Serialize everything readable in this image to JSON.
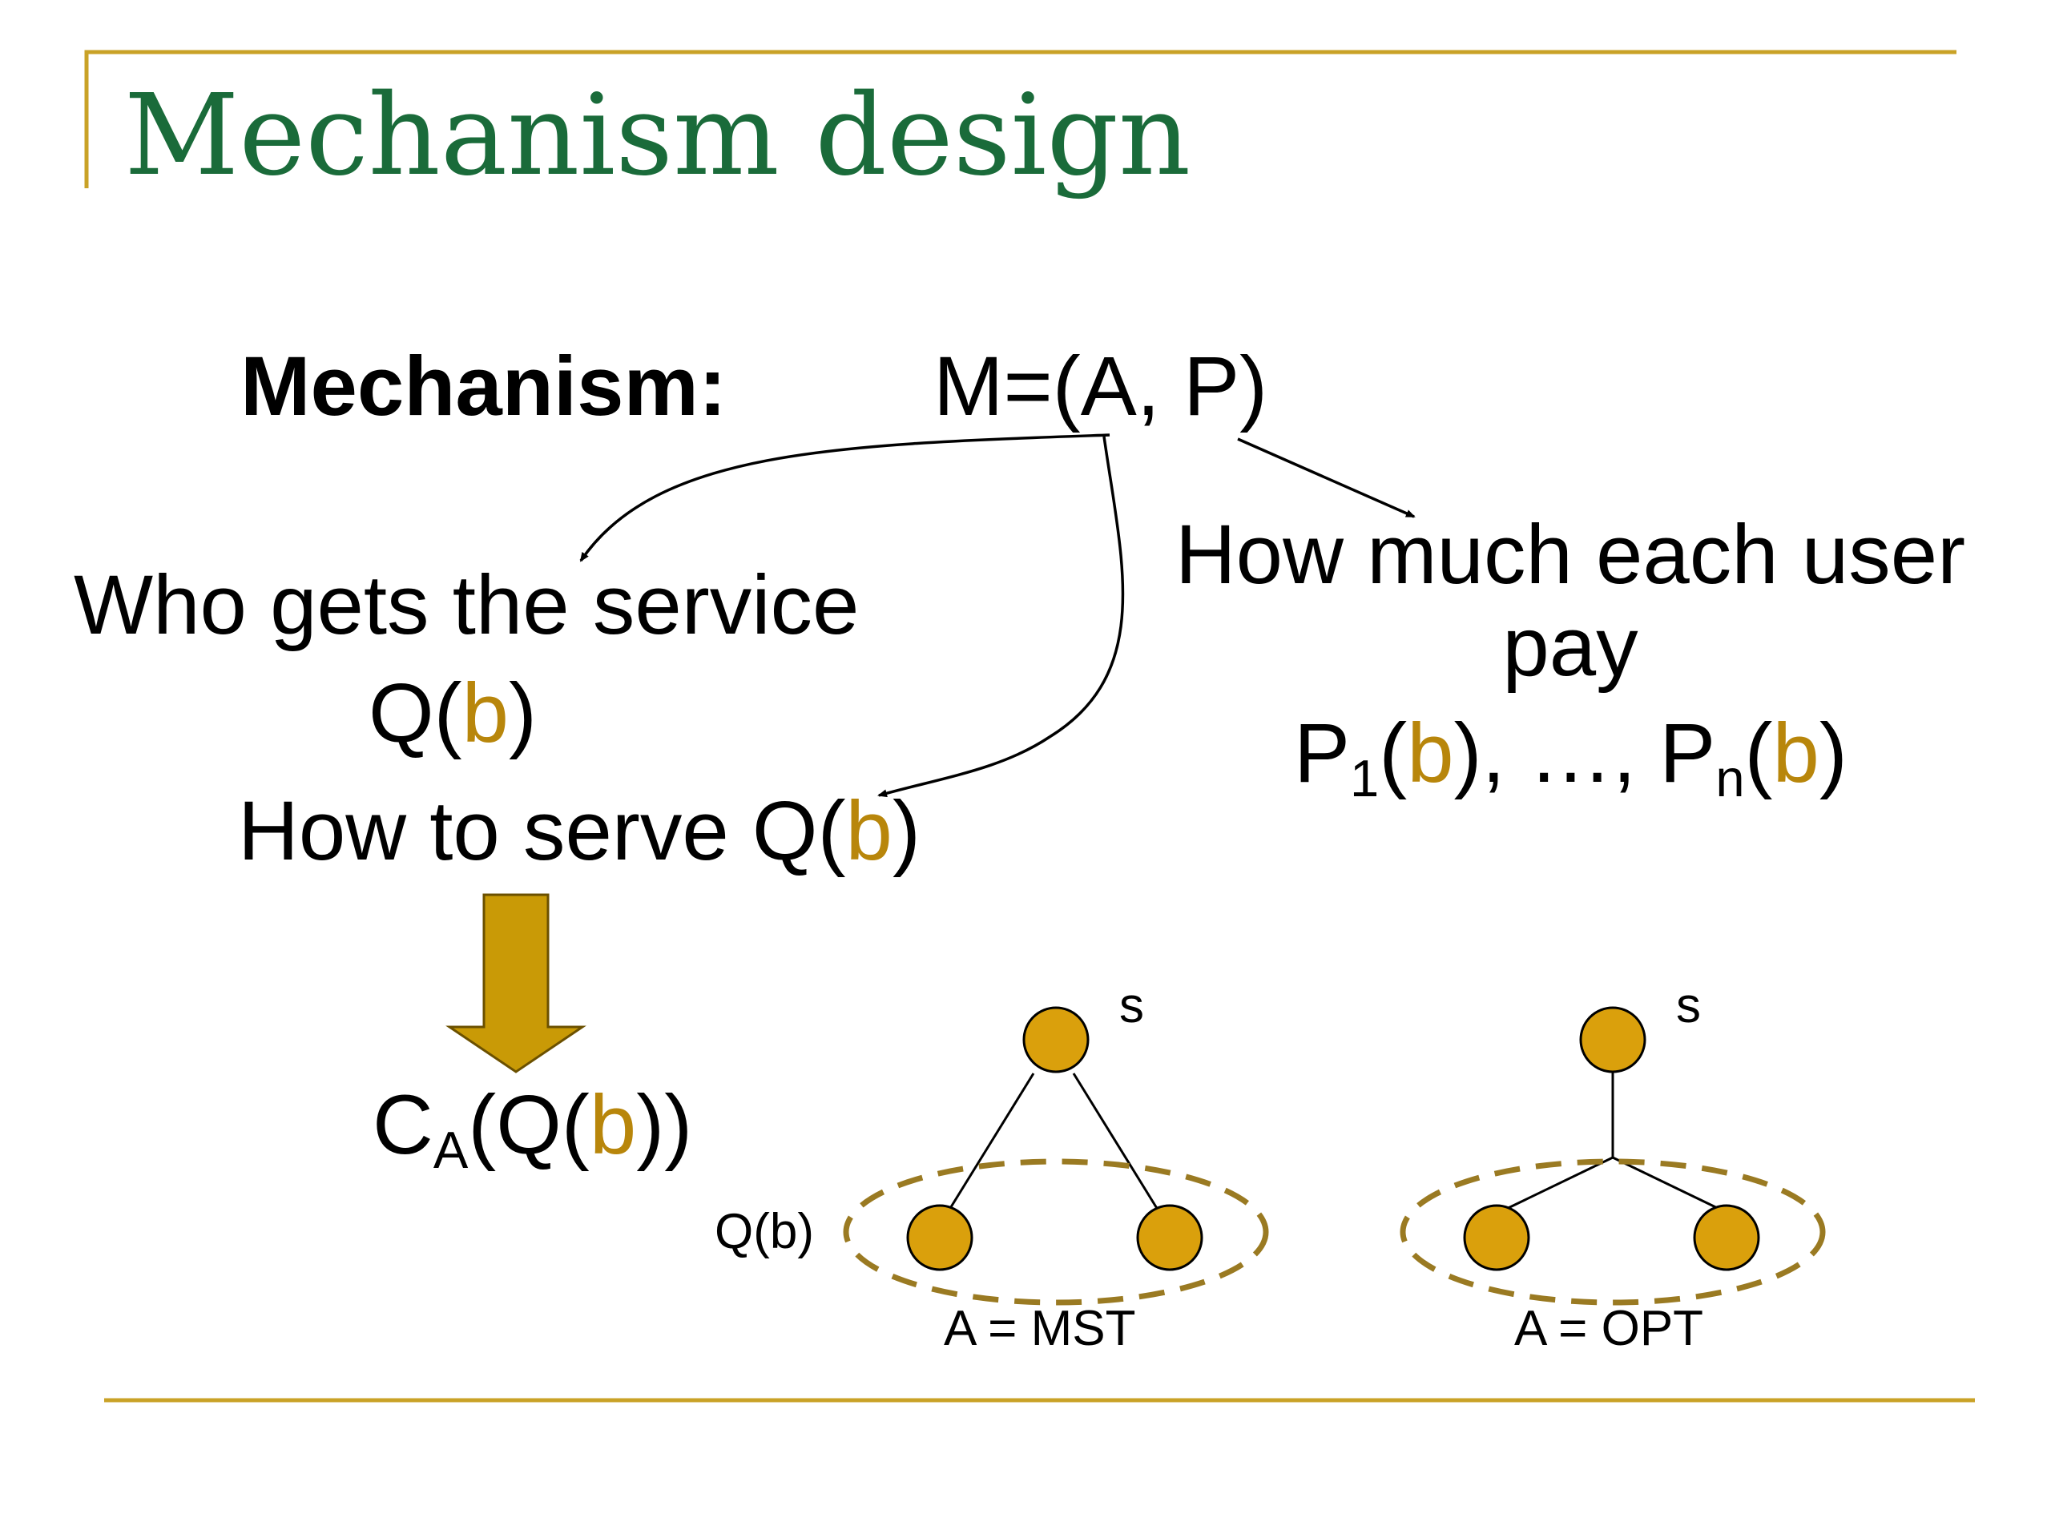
{
  "slide": {
    "title": "Mechanism design",
    "mechanism_label": "Mechanism:",
    "mechanism_formula": "M=(A, P)",
    "who_gets": "Who gets the service",
    "qb": {
      "q": "Q(",
      "b": "b",
      "close": ")"
    },
    "how_to_serve": {
      "prefix": "How to serve Q(",
      "b": "b",
      "close": ")"
    },
    "how_much": {
      "line1": "How much each user",
      "line2": "pay"
    },
    "payments": {
      "p1": "P",
      "sub1": "1",
      "b1": "b",
      "mid": "), …, P",
      "subn": "n",
      "bn": "b",
      "end": ")"
    },
    "cost": {
      "c": "C",
      "sub": "A",
      "open": "(Q(",
      "b": "b",
      "close": "))"
    },
    "tree_mst": {
      "source_label": "s",
      "set_label": "Q(b)",
      "caption": "A = MST"
    },
    "tree_opt": {
      "source_label": "s",
      "caption": "A = OPT"
    }
  },
  "colors": {
    "title": "#1a6b3a",
    "rule": "#c9a227",
    "accent": "#b8860b",
    "node_fill": "#daa00c",
    "arrow_fill": "#c99a06"
  }
}
